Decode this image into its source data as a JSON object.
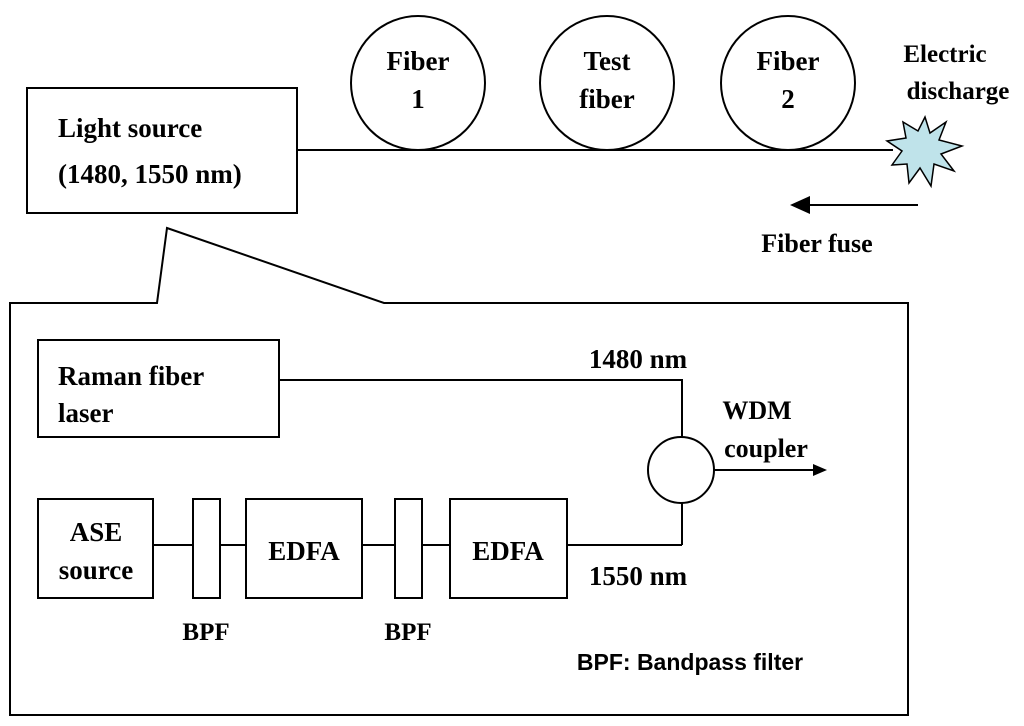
{
  "light_source": {
    "line1": "Light source",
    "line2": "(1480, 1550 nm)"
  },
  "fibers": [
    {
      "line1": "Fiber",
      "line2": "1"
    },
    {
      "line1": "Test",
      "line2": "fiber"
    },
    {
      "line1": "Fiber",
      "line2": "2"
    }
  ],
  "electric_discharge": {
    "line1": "Electric",
    "line2": "discharge",
    "color": "#bfe3ea"
  },
  "fiber_fuse": {
    "label": "Fiber fuse"
  },
  "raman_laser": {
    "line1": "Raman fiber",
    "line2": "laser"
  },
  "ase_source": {
    "line1": "ASE",
    "line2": "source"
  },
  "edfa": [
    "EDFA",
    "EDFA"
  ],
  "bpf": [
    "BPF",
    "BPF"
  ],
  "wavelength_1480": "1480 nm",
  "wavelength_1550": "1550 nm",
  "wdm_coupler": {
    "line1": "WDM",
    "line2": "coupler"
  },
  "legend": "BPF: Bandpass filter"
}
